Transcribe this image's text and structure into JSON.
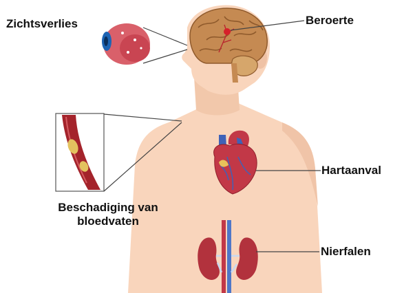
{
  "labels": {
    "vision_loss": "Zichtsverlies",
    "stroke": "Beroerte",
    "heart_attack": "Hartaanval",
    "vessel_damage_line1": "Beschadiging van",
    "vessel_damage_line2": "bloedvaten",
    "kidney_failure": "Nierfalen"
  },
  "colors": {
    "skin": "#f9d5bc",
    "skin_shadow": "#efc2a5",
    "brain": "#c58a52",
    "brain_dark": "#8f5a2c",
    "eye_red": "#d9606a",
    "eye_iris": "#1d64b3",
    "vessel_red": "#a4232b",
    "plaque": "#e3c25f",
    "heart_red": "#c23847",
    "heart_blue": "#3f62b8",
    "kidney": "#b2323d",
    "callout_line": "#444444",
    "text": "#111111"
  }
}
